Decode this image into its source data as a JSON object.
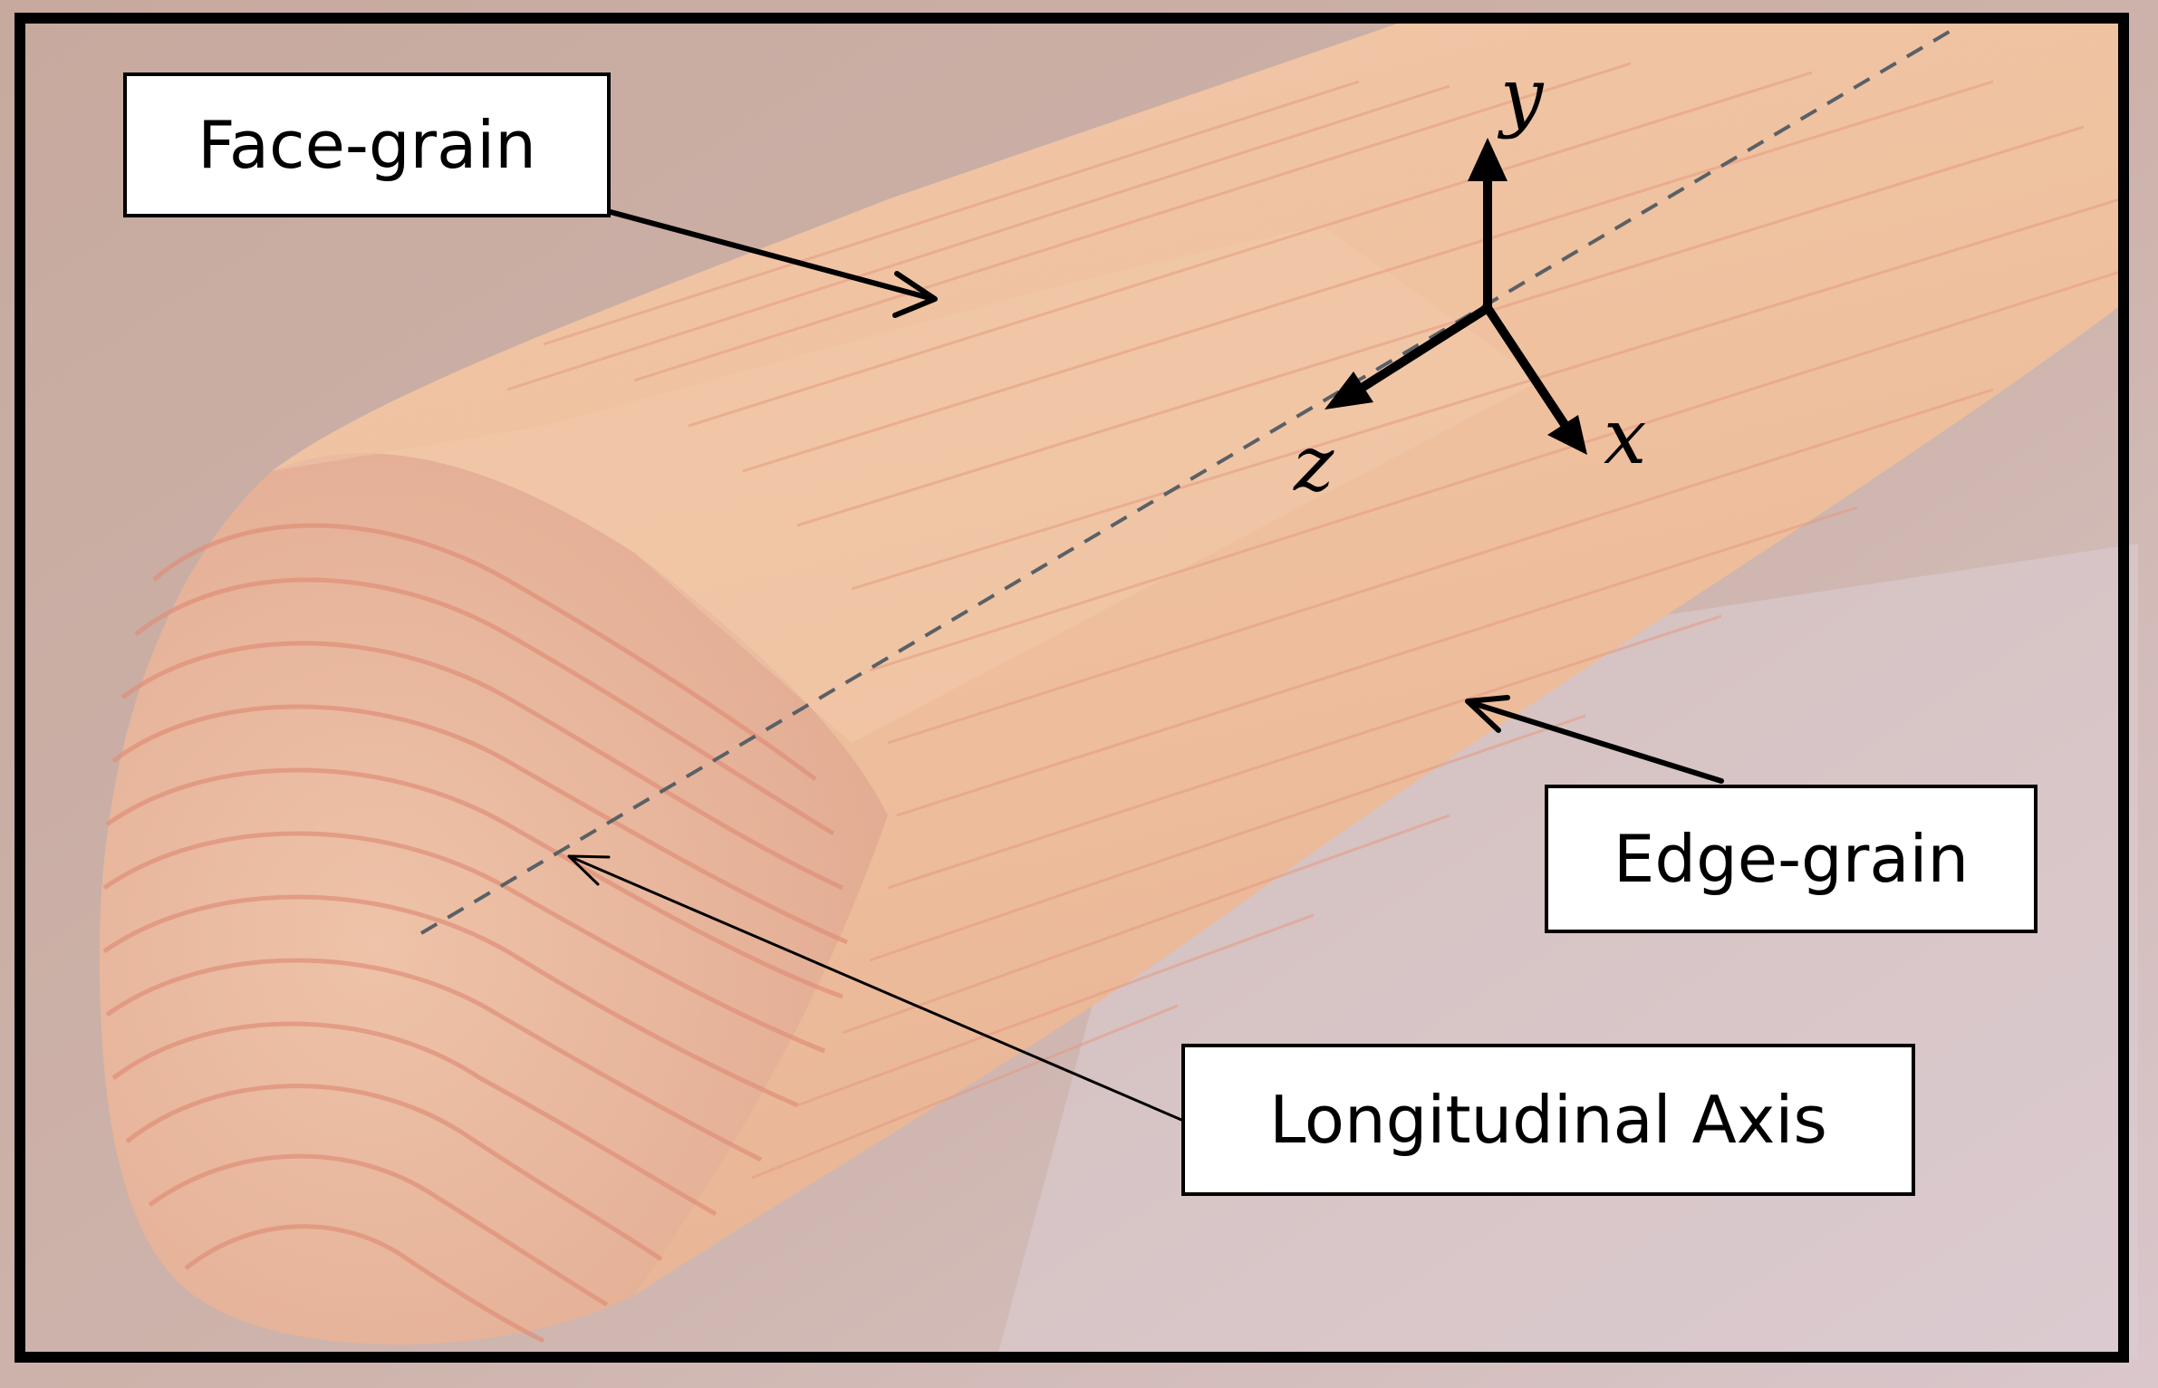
{
  "labels": {
    "face_grain": "Face-grain",
    "edge_grain": "Edge-grain",
    "longitudinal_axis": "Longitudinal Axis"
  },
  "axes": {
    "x": "x",
    "y": "y",
    "z": "z"
  },
  "colors": {
    "frame": "#000000",
    "background_top": "#c9ada3",
    "background_bottom": "#d8c4c8",
    "wood_base": "#efc4a4",
    "wood_grain": "#e5967e",
    "axis_dash": "#5a6066"
  }
}
